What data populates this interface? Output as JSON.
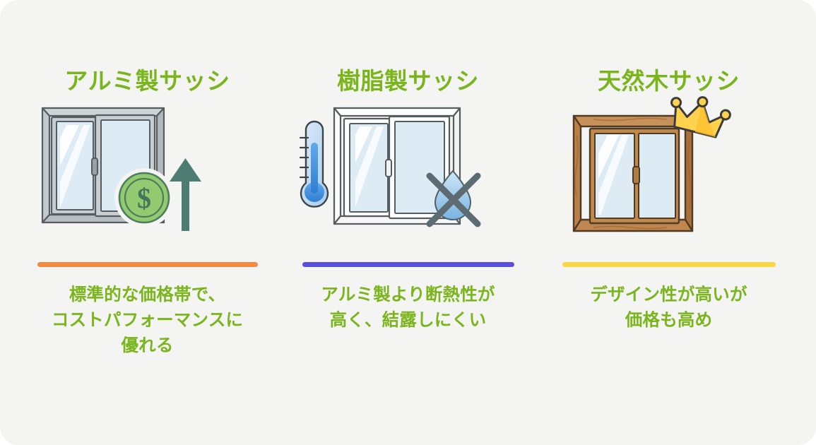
{
  "page": {
    "background_color": "#f4f4f2",
    "title_color": "#7ab51d",
    "caption_color": "#7ab51d"
  },
  "columns": [
    {
      "id": "aluminum-sash",
      "title": "アルミ製サッシ",
      "divider_color": "#f58a41",
      "caption": "標準的な価格帯で、\nコストパフォーマンスに\n優れる",
      "illustration": {
        "name": "aluminum-window-illustration",
        "frame_color": "#b9bec2",
        "frame_stroke": "#555d61",
        "glass_color": "#dcebf4",
        "badges": [
          "dollar-coin-icon",
          "up-arrow-icon"
        ],
        "coin_color": "#8fc96e",
        "arrow_color": "#4d7d72",
        "coin_symbol": "$"
      }
    },
    {
      "id": "resin-sash",
      "title": "樹脂製サッシ",
      "divider_color": "#5b4fe0",
      "caption": "アルミ製より断熱性が\n高く、結露しにくい",
      "illustration": {
        "name": "resin-window-illustration",
        "frame_color": "#ffffff",
        "frame_stroke": "#555d61",
        "glass_color": "#dcebf4",
        "badges": [
          "thermometer-icon",
          "no-condensation-icon"
        ],
        "thermometer_color": "#3d8fe0",
        "droplet_color": "#8fc2e8",
        "cross_color": "#5d6b72"
      }
    },
    {
      "id": "natural-wood-sash",
      "title": "天然木サッシ",
      "divider_color": "#fbd745",
      "caption": "デザイン性が高いが\n価格も高め",
      "illustration": {
        "name": "wood-window-illustration",
        "frame_color": "#c08a4e",
        "frame_stroke": "#4f3a24",
        "glass_color": "#dcebf4",
        "badges": [
          "crown-icon"
        ],
        "crown_color": "#ffd24d",
        "crown_stroke": "#3b3b3b"
      }
    }
  ]
}
